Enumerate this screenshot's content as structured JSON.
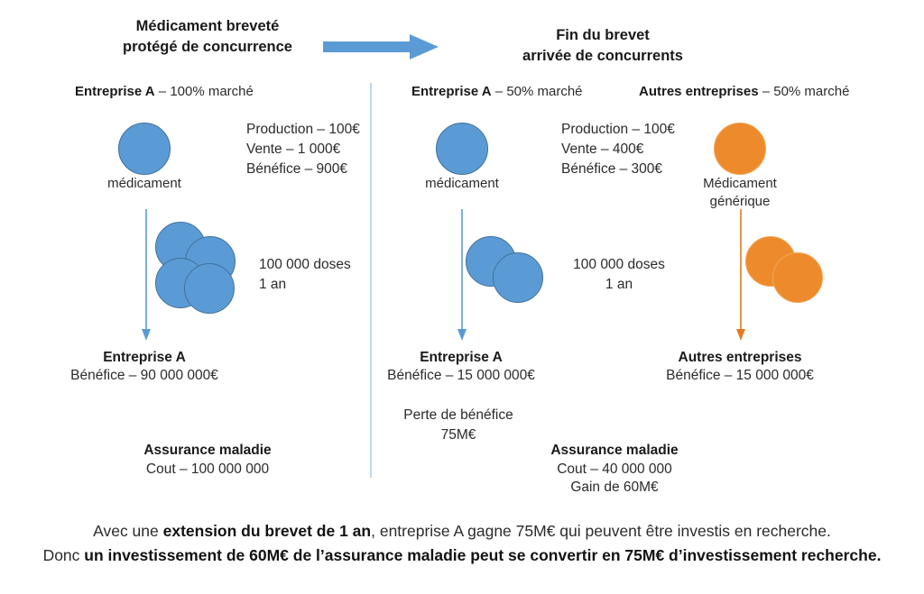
{
  "diagram": {
    "title_left": "Médicament breveté\nprotégé de concurrence",
    "title_left_line1": "Médicament breveté",
    "title_left_line2": "protégé de concurrence",
    "title_right_line1": "Fin du brevet",
    "title_right_line2": "arrivée de concurrents",
    "transition_arrow": "right-arrow",
    "colors": {
      "blue": "#5B9BD5",
      "blue_border": "#41719C",
      "orange": "#ED8B2C",
      "orange_border": "#F2A65A",
      "divider": "#BDD7EE",
      "text": "#2b2b2b"
    }
  },
  "columns": {
    "left": {
      "market_bold": "Entreprise A",
      "market_rest": " – 100% marché",
      "pill_label": "médicament",
      "economics": [
        "Production – 100€",
        "Vente – 1 000€",
        "Bénéfice – 900€"
      ],
      "volume_line1": "100 000 doses",
      "volume_line2": "1 an",
      "outcome_title": "Entreprise A",
      "outcome_value": "Bénéfice – 90 000 000€",
      "insurance_title": "Assurance maladie",
      "insurance_lines": [
        "Cout – 100 000 000"
      ],
      "pill_count": 4
    },
    "middle": {
      "market_bold": "Entreprise A",
      "market_rest": " – 50% marché",
      "pill_label": "médicament",
      "economics": [
        "Production – 100€",
        "Vente – 400€",
        "Bénéfice – 300€"
      ],
      "volume_line1": "100 000 doses",
      "volume_line2": "1 an",
      "outcome_title": "Entreprise A",
      "outcome_value": "Bénéfice – 15 000 000€",
      "loss_line1": "Perte de bénéfice",
      "loss_line2": "75M€",
      "insurance_title": "Assurance maladie",
      "insurance_lines": [
        "Cout – 40 000 000",
        "Gain de 60M€"
      ],
      "pill_count": 2
    },
    "right": {
      "market_bold": "Autres entreprises",
      "market_rest": " – 50% marché",
      "pill_label_line1": "Médicament",
      "pill_label_line2": "générique",
      "outcome_title": "Autres entreprises",
      "outcome_value": "Bénéfice – 15 000 000€",
      "pill_count": 2
    }
  },
  "footer": {
    "line1_a": "Avec une ",
    "line1_b": "extension du brevet de 1 an",
    "line1_c": ", entreprise A gagne 75M€ qui peuvent être investis en recherche.",
    "line2_a": "Donc ",
    "line2_b": "un investissement de 60M€ de l’assurance maladie peut se convertir en 75M€ d’investissement recherche.",
    "line2_c": ""
  }
}
